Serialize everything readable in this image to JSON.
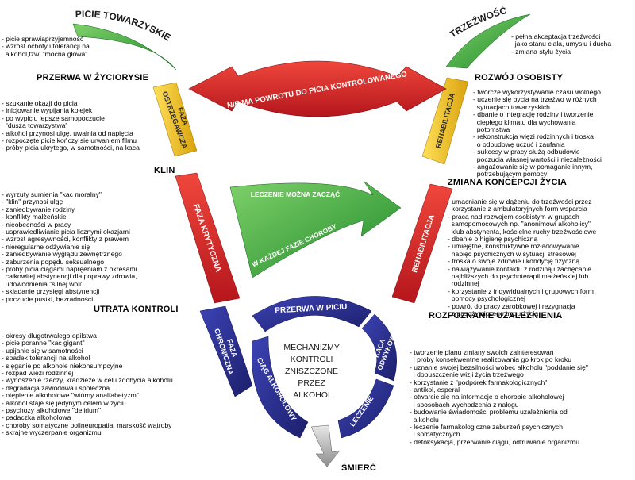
{
  "labels": {
    "picie_towarzyskie": "PICIE TOWARZYSKIE",
    "trzezwosc": "TRZEŹWOŚĆ",
    "przerwa_w_zyciorysie": "PRZERWA W ŻYCIORYSIE",
    "rozwoj_osobisty": "ROZWÓJ OSOBISTY",
    "klin": "KLIN",
    "zmiana_koncepcji": "ZMIANA KONCEPCJI ŻYCIA",
    "utrata_kontroli": "UTRATA KONTROLI",
    "rozpoznanie": "ROZPOZNANIE UZALEŻNIENIA",
    "smierc": "ŚMIERĆ",
    "nie_ma_powrotu": "NIE MA POWROTU  DO PICIA KONTROLOWANEGO",
    "leczenie_mozna_line1": "LECZENIE MOŻNA ZACZĄĆ",
    "leczenie_mozna_line2": "W KAŻDEJ FAZIE CHOROBY",
    "faza_ostrzegawcza_line1": "FAZA",
    "faza_ostrzegawcza_line2": "OSTRZEGAWCZA",
    "faza_krytyczna": "FAZA KRYTYCZNA",
    "faza_chroniczna_line1": "FAZA",
    "faza_chroniczna_line2": "CHRONICZNA",
    "rehabilitacja_upper": "REHABILITACJA",
    "rehabilitacja_lower": "REHABILITACJA",
    "przerwa_w_piciu": "PRZERWA W PICIU",
    "ciag_alkoholowy": "CIĄG ALKOHOLOWY",
    "kaca_line1": "KACA",
    "kaca_line2": "ODWYKOWE",
    "leczenie": "LECZENIE",
    "center_line1": "MECHANIZMY",
    "center_line2": "KONTROLI",
    "center_line3": "ZNISZCZONE",
    "center_line4": "PRZEZ",
    "center_line5": "ALKOHOL"
  },
  "lists": {
    "social_drinking": [
      "- picie sprawiaprzyjemność",
      "- wzrost ochoty i tolerancji na",
      "  alkohol,tzw. \"mocna głowa\""
    ],
    "warning_phase": [
      "- szukanie okazji do picia",
      "- inicjowanie wypijania kolejek",
      "- po wypiciu lepsze samopoczucie",
      "  \"dusza towarzystwa\"",
      "- alkohol przynosi ulgę, uwalnia od napięcia",
      "- rozpoczęte picie kończy się urwaniem filmu",
      "- próby picia ukrytego, w samotności, na kaca"
    ],
    "critical_phase": [
      "- wyrzuty sumienia \"kac moralny\"",
      "- \"klin\" przynosi ulgę",
      "- zaniedbywanie rodziny",
      "- konflikty małżeńskie",
      "- nieobecności w pracy",
      "- usprawiedliwianie picia licznymi okazjami",
      "- wzrost agresywności, konflikty z prawem",
      "- nieregularne odżywianie się",
      "- zaniedbywanie wyglądu zewnętrznego",
      "- zaburzenia popędu seksualnego",
      "- próby picia ciągami napręeniam z okresami",
      "  całkowitej abstynencji dla poprawy zdrowia,",
      "  udowodnienia \"silnej woli\"",
      "- składanie przysięgi abstynencji",
      "- poczucie pustki, bezradności"
    ],
    "chronic_phase": [
      "- okresy długotrwałego opilstwa",
      "- picie poranne \"kac gigant\"",
      "- upijanie się w samotności",
      "- spadek tolerancji na alkohol",
      "- sięganie po alkohole niekonsumpcyjne",
      "- rozpad więzi rodzinnej",
      "- wynoszenie rzeczy, kradzieże w celu zdobycia alkoholu",
      "- degradacja zawodowa i społeczna",
      "- otępienie alkoholowe \"wtórny analfabetyzm\"",
      "- alkohol staje się jedynym celem w życiu",
      "- psychozy alkoholowe \"delirium\"",
      "- padaczka alkoholowa",
      "- choroby somatyczne polineuropatia, marskość wątroby",
      "- skrajne wyczerpanie organizmu"
    ],
    "sobriety": [
      "- pełna akceptacja trzeźwości",
      "  jako stanu ciała, umysłu i ducha",
      "- zmiana stylu życia"
    ],
    "personal_growth": [
      "- twórcze wykorzystywanie czasu wolnego",
      "- uczenie się bycia na trzeźwo w różnych",
      "  sytuacjach towarzyskich",
      "- dbanie o integrację rodziny i tworzenie",
      "  ciepłego klimatu dla wychowania",
      "  potomstwa",
      "- rekonstrukcja więzi rodzinnych i troska",
      "  o odbudowę uczuć i zaufania",
      "- sukcesy w pracy służą odbudowie",
      "  poczucia własnej wartości i niezależności",
      "- angażowanie się w pomaganie innym,",
      "  potrzebującym pomocy"
    ],
    "life_change": [
      "- umacnianie się w dążeniu do trzeźwości przez",
      "  korzystanie z ambulatoryjnych form wsparcia",
      "- praca nad rozwojem osobistym w grupach",
      "  samopomocowych np. \"anonimowi alkoholicy\"",
      "  klub abstynenta, kościelne ruchy trzeźwościowe",
      "- dbanie o higienę psychiczną",
      "- umiejętne, konstruktywne rozładowywanie",
      "  napięć psychicznych w sytuacji stresowej",
      "- troska o swoje zdrowie i kondycję fizyczną",
      "- nawiązywanie kontaktu z rodziną i zachęcanie",
      "  najbliższych do psychoterapii małżeńskiej lub",
      "  rodzinnej",
      "- korzystanie z indywidualnych i grupowych form",
      "  pomocy psychologicznej",
      "- powrót do pracy zarobkowej i rezygnacja",
      "  z pasożytniczego trybu życia"
    ],
    "recognition": [
      "- tworzenie planu zmiany swoich zainteresowań",
      "  i próby konsekwentne realizowania go krok po kroku",
      "- uznanie swojej bezsilności wobec alkoholu \"poddanie się\"",
      "  i dopuszczenie wizji życia trzeźwego",
      "- korzystanie z \"podpórek farmakologicznych\"",
      "- antikol, esperal",
      "- otwarcie się na informacje o chorobie alkoholowej",
      "  i sposobach wychodzenia z nałogu",
      "- budowanie świadomości problemu uzależnienia od",
      "  alkoholu",
      "- leczenie farmakologiczne zaburzeń psychicznych",
      "  i somatycznych",
      "- detoksykacja, przerwanie ciągu, odtruwanie organizmu"
    ]
  },
  "colors": {
    "green": "#3aa83a",
    "red": "#d8242a",
    "yellow": "#f3c21b",
    "navy": "#2b2f8f",
    "grey": "#bdbdbd"
  }
}
